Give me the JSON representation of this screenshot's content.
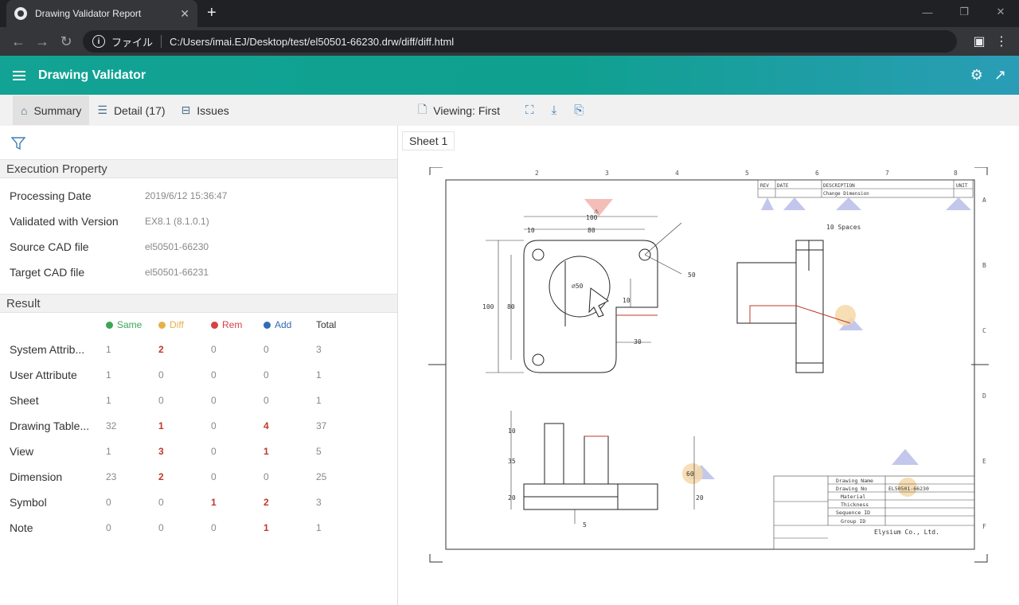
{
  "browser": {
    "tab_title": "Drawing Validator Report",
    "url_scheme": "ファイル",
    "url": "C:/Users/imai.EJ/Desktop/test/el50501-66230.drw/diff/diff.html"
  },
  "app": {
    "title": "Drawing Validator"
  },
  "toolbar": {
    "summary": "Summary",
    "detail": "Detail (17)",
    "issues": "Issues",
    "viewing": "Viewing: First"
  },
  "execution": {
    "header": "Execution Property",
    "rows": [
      {
        "key": "Processing Date",
        "value": "2019/6/12 15:36:47"
      },
      {
        "key": "Validated with Version",
        "value": "EX8.1 (8.1.0.1)"
      },
      {
        "key": "Source CAD file",
        "value": "el50501-66230"
      },
      {
        "key": "Target CAD file",
        "value": "el50501-66231"
      }
    ]
  },
  "result": {
    "header": "Result",
    "columns": [
      "Same",
      "Diff",
      "Rem",
      "Add",
      "Total"
    ],
    "rows": [
      {
        "name": "System Attrib...",
        "values": [
          "1",
          "2",
          "0",
          "0",
          "3"
        ]
      },
      {
        "name": "User Attribute",
        "values": [
          "1",
          "0",
          "0",
          "0",
          "1"
        ]
      },
      {
        "name": "Sheet",
        "values": [
          "1",
          "0",
          "0",
          "0",
          "1"
        ]
      },
      {
        "name": "Drawing Table...",
        "values": [
          "32",
          "1",
          "0",
          "4",
          "37"
        ]
      },
      {
        "name": "View",
        "values": [
          "1",
          "3",
          "0",
          "1",
          "5"
        ]
      },
      {
        "name": "Dimension",
        "values": [
          "23",
          "2",
          "0",
          "0",
          "25"
        ]
      },
      {
        "name": "Symbol",
        "values": [
          "0",
          "0",
          "1",
          "2",
          "3"
        ]
      },
      {
        "name": "Note",
        "values": [
          "0",
          "0",
          "0",
          "1",
          "1"
        ]
      }
    ]
  },
  "colors": {
    "same": "#3aa757",
    "diff": "#e8b04b",
    "rem": "#d94040",
    "add": "#2f6db5"
  },
  "sheet": {
    "tab": "Sheet 1",
    "title_block": {
      "company": "Elysium Co., Ltd.",
      "drawing_name_label": "Drawing Name",
      "drawing_no_label": "Drawing No",
      "drawing_no": "EL50501-66230",
      "material_label": "Material",
      "thickness_label": "Thickness",
      "sequence_label": "Sequence ID",
      "group_label": "Group ID"
    },
    "revision": {
      "rev": "REV",
      "date": "DATE",
      "description": "DESCRIPTION",
      "unit": "UNIT",
      "row_desc": "Change Dimension"
    },
    "dims": {
      "d100": "100",
      "d80": "80",
      "d10": "10",
      "d30": "30",
      "d50": "50",
      "d35": "35",
      "d20": "20",
      "d5": "5",
      "d60": "60",
      "dphi50": "⌀50",
      "note": "10 Spaces"
    }
  }
}
